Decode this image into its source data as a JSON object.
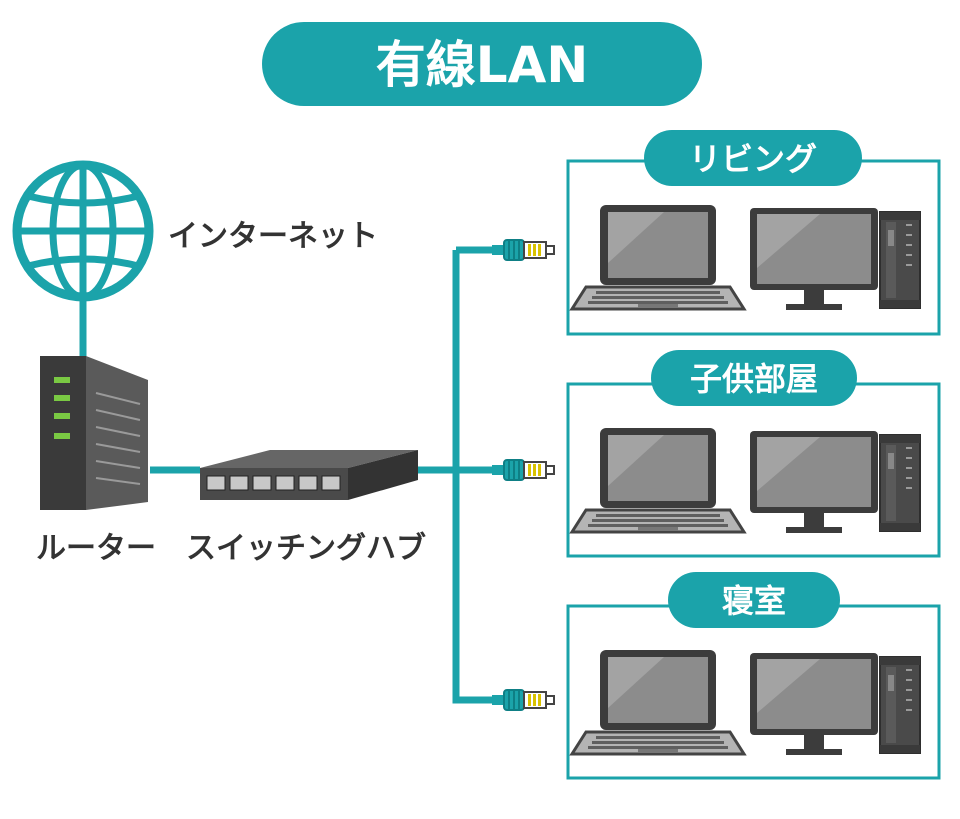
{
  "title": "有線LAN",
  "labels": {
    "internet": "インターネット",
    "router": "ルーター",
    "switching_hub": "スイッチングハブ"
  },
  "rooms": [
    {
      "name": "リビング"
    },
    {
      "name": "子供部屋"
    },
    {
      "name": "寝室"
    }
  ],
  "colors": {
    "teal": "#1ba3aa",
    "dark_gray": "#4a4a4a",
    "mid_gray": "#7d7d7d",
    "screen_gray": "#8a8a8a",
    "led_green": "#7ac943",
    "connector_gold": "#d9c200"
  }
}
